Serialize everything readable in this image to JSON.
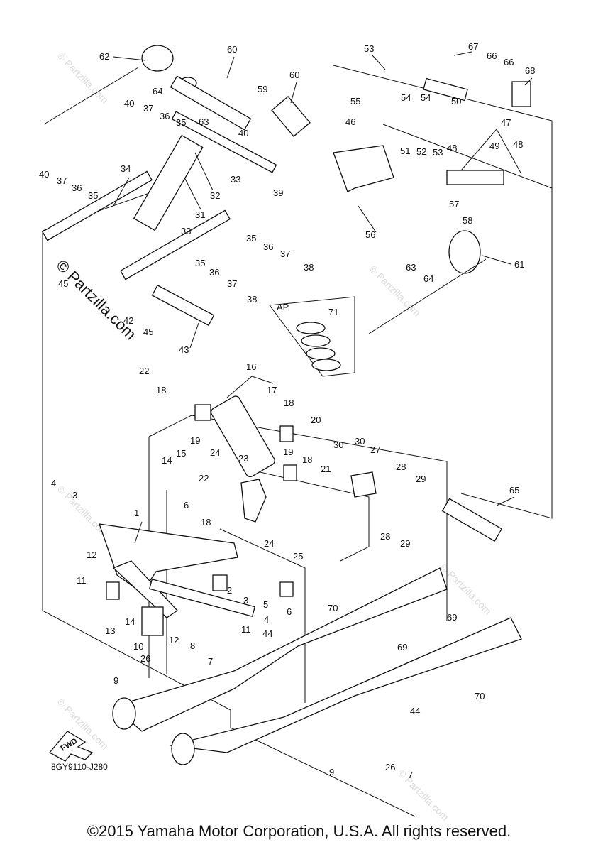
{
  "diagram": {
    "reference_code": "8GY9110-J280",
    "detail_label": "AP",
    "fwd_label": "FWD",
    "watermark": "© Partzilla.com",
    "copyright": "©2015 Yamaha Motor Corporation, U.S.A. All rights reserved.",
    "callouts": [
      "62",
      "60",
      "60",
      "59",
      "53",
      "67",
      "66",
      "66",
      "68",
      "64",
      "63",
      "54",
      "54",
      "50",
      "55",
      "47",
      "40",
      "37",
      "36",
      "35",
      "40",
      "46",
      "51",
      "52",
      "53",
      "48",
      "49",
      "48",
      "34",
      "32",
      "31",
      "33",
      "39",
      "56",
      "57",
      "58",
      "40",
      "37",
      "36",
      "35",
      "33",
      "35",
      "36",
      "37",
      "38",
      "63",
      "64",
      "61",
      "45",
      "42",
      "35",
      "36",
      "37",
      "38",
      "45",
      "43",
      "AP",
      "71",
      "22",
      "16",
      "17",
      "18",
      "18",
      "20",
      "19",
      "30",
      "30",
      "27",
      "24",
      "23",
      "19",
      "18",
      "21",
      "28",
      "29",
      "14",
      "15",
      "22",
      "4",
      "3",
      "6",
      "18",
      "24",
      "25",
      "28",
      "29",
      "65",
      "1",
      "12",
      "11",
      "2",
      "3",
      "5",
      "6",
      "70",
      "13",
      "14",
      "12",
      "10",
      "8",
      "11",
      "4",
      "44",
      "69",
      "69",
      "26",
      "7",
      "9",
      "70",
      "44",
      "26",
      "7",
      "9"
    ]
  }
}
